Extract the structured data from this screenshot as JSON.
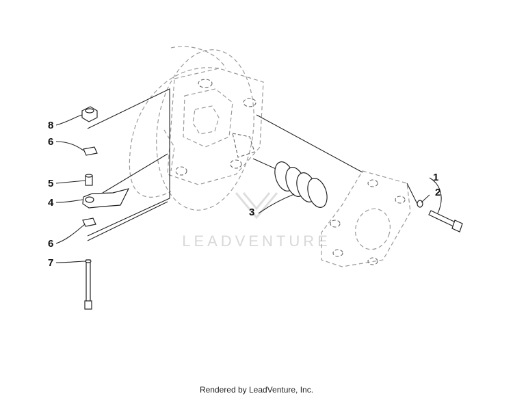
{
  "callouts": [
    {
      "id": "1",
      "label": "1"
    },
    {
      "id": "2",
      "label": "2"
    },
    {
      "id": "3",
      "label": "3"
    },
    {
      "id": "4",
      "label": "4"
    },
    {
      "id": "5",
      "label": "5"
    },
    {
      "id": "6a",
      "label": "6"
    },
    {
      "id": "6b",
      "label": "6"
    },
    {
      "id": "7",
      "label": "7"
    },
    {
      "id": "8",
      "label": "8"
    }
  ],
  "watermark": {
    "text": "LEADVENTURE",
    "icon": "leadventure-logo-icon"
  },
  "footer": {
    "text": "Rendered by LeadVenture, Inc."
  }
}
